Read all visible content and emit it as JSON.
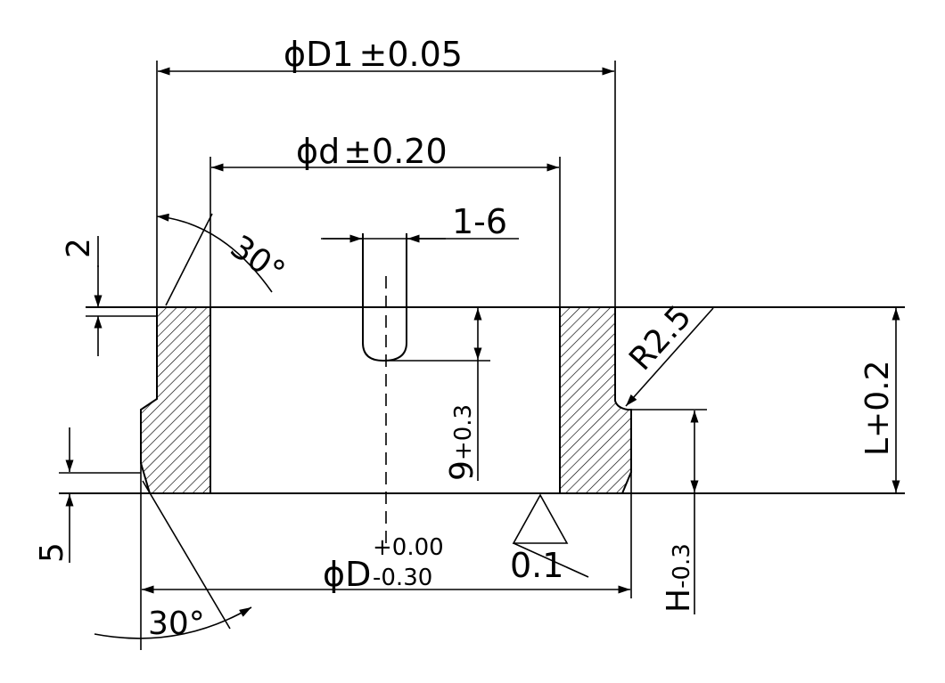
{
  "drawing": {
    "colors": {
      "line": "#000000",
      "background": "#ffffff"
    },
    "dimensions": {
      "outer_diameter": {
        "symbol": "ϕ",
        "label": "D1",
        "tolerance": "±0.05"
      },
      "inner_diameter": {
        "symbol": "ϕ",
        "label": "d",
        "tolerance": "±0.20"
      },
      "bottom_diameter": {
        "symbol": "ϕ",
        "label": "D",
        "upper_deviation": "+0.00",
        "lower_deviation": "-0.30"
      },
      "slot": "1-6",
      "slot_depth": {
        "value": "9",
        "tolerance": "+0.3"
      },
      "top_chamfer_angle": "30°",
      "bottom_chamfer_angle": "30°",
      "top_step": "2",
      "bottom_chamfer": "5",
      "radius": "R2.5",
      "total_length": "L+0.2",
      "height": {
        "label": "H",
        "tolerance": "-0.3"
      },
      "flatness": "0.1"
    }
  }
}
